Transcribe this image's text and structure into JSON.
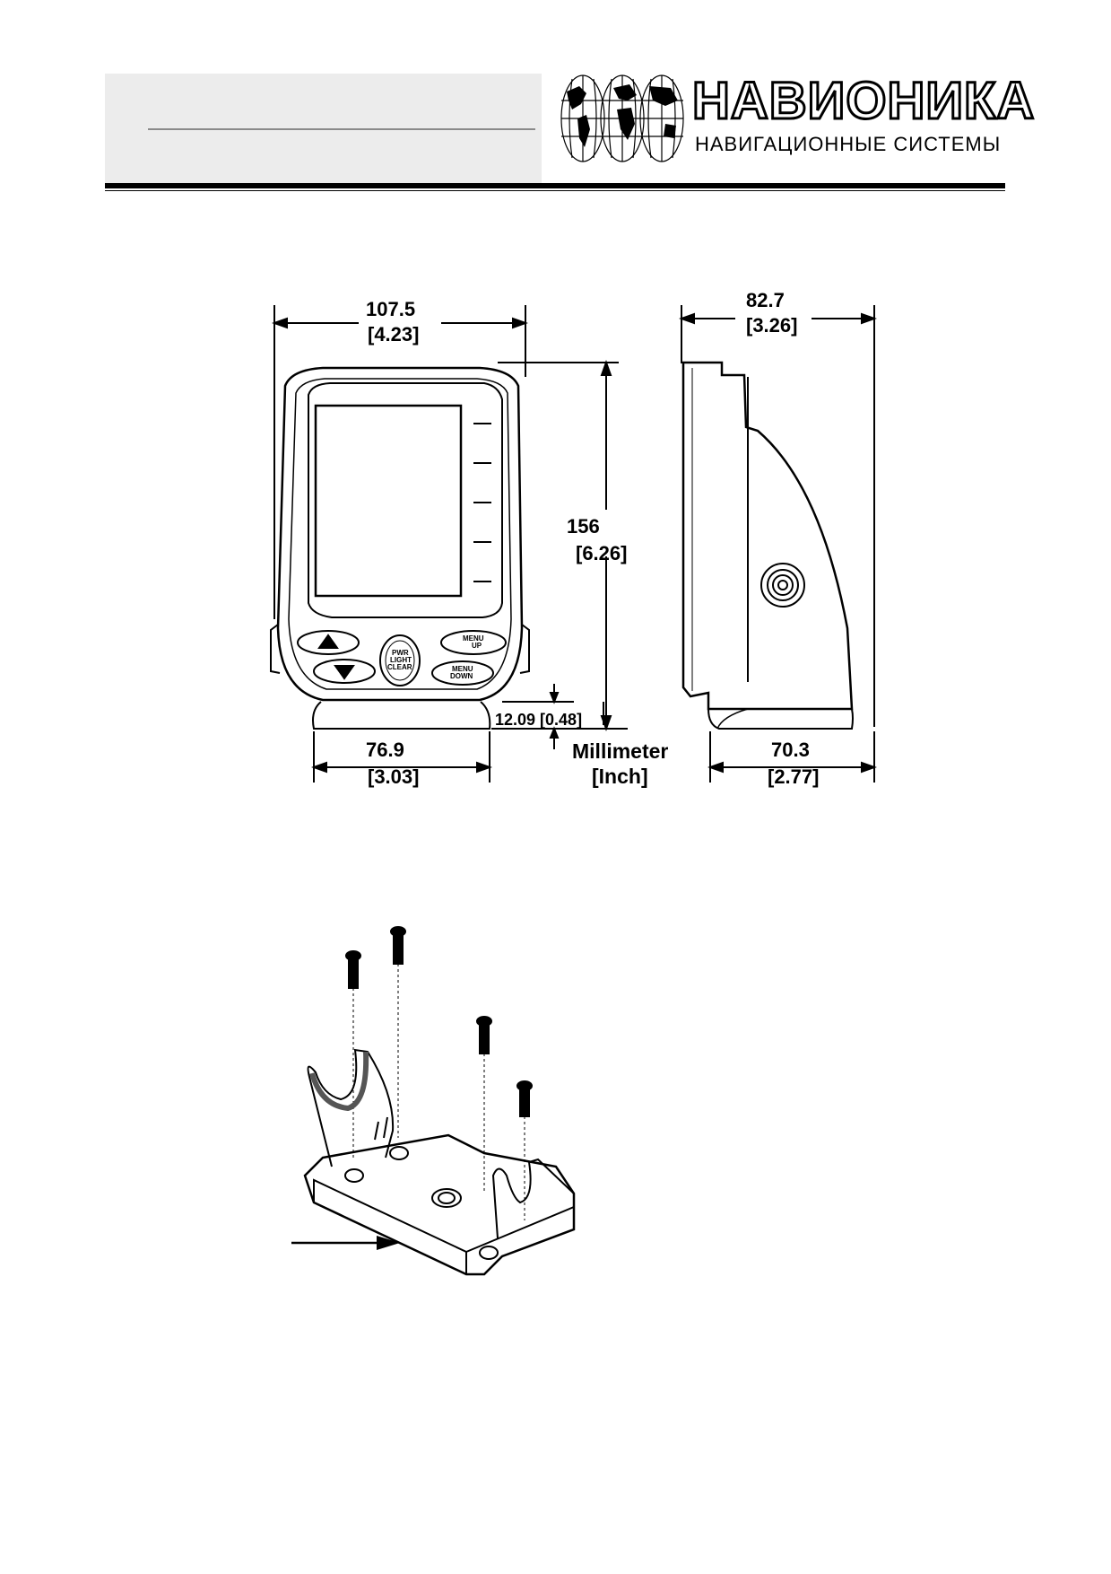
{
  "header": {
    "brand_name": "НАВИОНИКА",
    "brand_subtitle": "НАВИГАЦИОННЫЕ СИСТЕМЫ",
    "logo_icon": "globe-map-icon"
  },
  "dimension_drawing": {
    "front_width_mm": "107.5",
    "front_width_in": "[4.23]",
    "height_mm": "156",
    "height_in": "[6.26]",
    "base_offset": "12.09 [0.48]",
    "base_width_mm": "76.9",
    "base_width_in": "[3.03]",
    "side_depth_mm": "82.7",
    "side_depth_in": "[3.26]",
    "side_base_mm": "70.3",
    "side_base_in": "[2.77]",
    "unit_line1": "Millimeter",
    "unit_line2": "[Inch]",
    "buttons": {
      "menu_up": [
        "MENU",
        "UP"
      ],
      "menu_down": [
        "MENU",
        "DOWN"
      ],
      "pwr": [
        "PWR",
        "LIGHT",
        "CLEAR"
      ]
    }
  }
}
